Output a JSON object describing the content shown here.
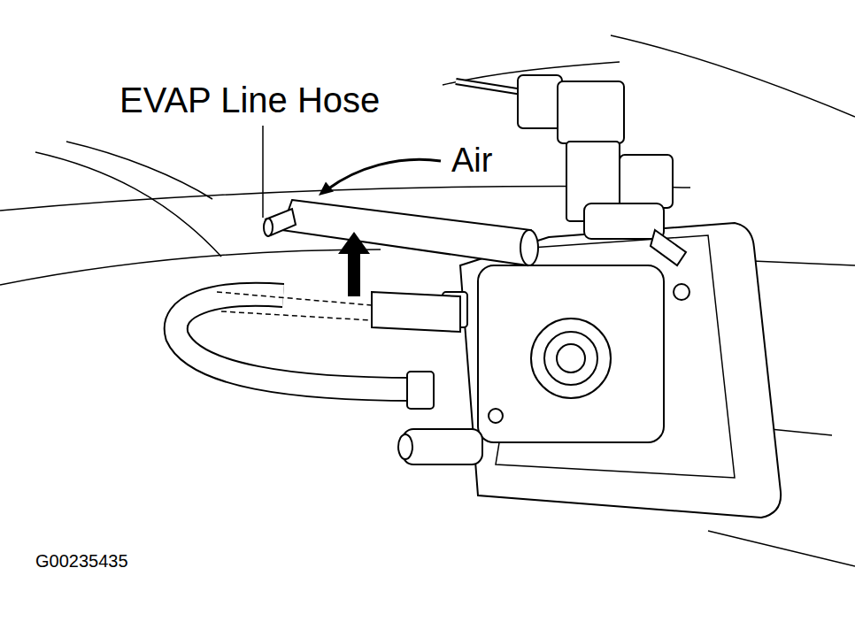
{
  "diagram": {
    "labels": [
      "EVAP Line Hose",
      "Air",
      "G00235435"
    ]
  }
}
